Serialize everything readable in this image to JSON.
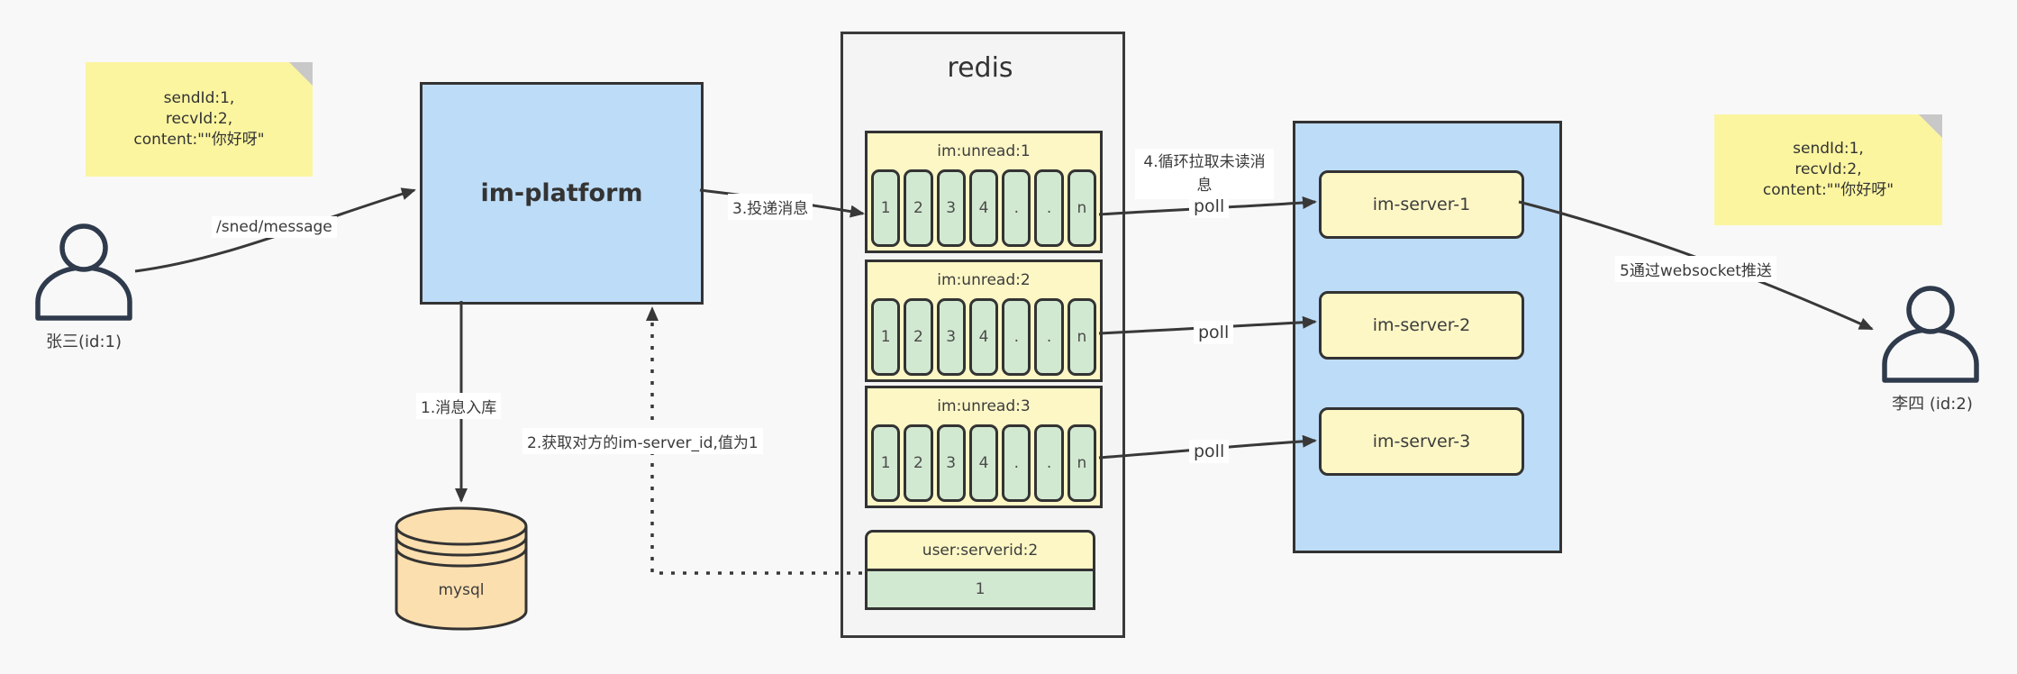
{
  "colors": {
    "background": "#f8f8f8",
    "note_yellow": "#fbf5a0",
    "box_yellow": "#fcf7c5",
    "cell_green": "#d2e9d1",
    "box_blue": "#bddcf7",
    "mysql_tan": "#fcdfaf",
    "line": "#383838"
  },
  "notes": {
    "left": "sendId:1,\nrecvId:2,\ncontent:\"\"你好呀\"",
    "right": "sendId:1,\nrecvId:2,\ncontent:\"\"你好呀\""
  },
  "actors": {
    "sender": "张三(id:1)",
    "receiver": "李四 (id:2)"
  },
  "platform": {
    "label": "im-platform"
  },
  "database": {
    "label": "mysql"
  },
  "redis": {
    "title": "redis",
    "queues": [
      {
        "name": "im:unread:1",
        "cells": [
          "1",
          "2",
          "3",
          "4",
          ".",
          ".",
          "n"
        ]
      },
      {
        "name": "im:unread:2",
        "cells": [
          "1",
          "2",
          "3",
          "4",
          ".",
          ".",
          "n"
        ]
      },
      {
        "name": "im:unread:3",
        "cells": [
          "1",
          "2",
          "3",
          "4",
          ".",
          ".",
          "n"
        ]
      }
    ],
    "mapping": {
      "key": "user:serverid:2",
      "value": "1"
    }
  },
  "servers": [
    {
      "label": "im-server-1"
    },
    {
      "label": "im-server-2"
    },
    {
      "label": "im-server-3"
    }
  ],
  "labels": {
    "send_api": "/sned/message",
    "step1": "1.消息入库",
    "step2": "2.获取对方的im-server_id,值为1",
    "step3": "3.投递消息",
    "step4": "4.循环拉取未读消息",
    "step5": "5通过websocket推送",
    "poll": "poll"
  }
}
